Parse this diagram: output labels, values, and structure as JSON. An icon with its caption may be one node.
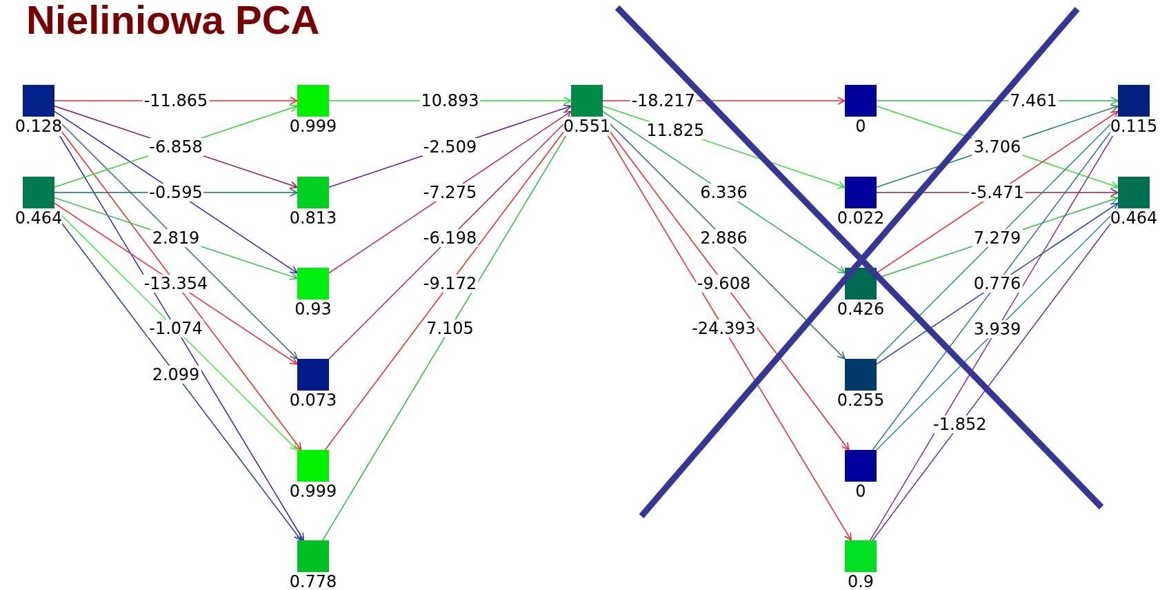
{
  "diagram": {
    "title": "Nieliniowa PCA",
    "nodes": [
      {
        "text": [
          "0.128"
        ]
      },
      {
        "text": [
          "0.464"
        ]
      },
      {
        "text": [
          "0.999"
        ]
      },
      {
        "text": [
          "0.813"
        ]
      },
      {
        "text": [
          "0.93"
        ]
      },
      {
        "text": [
          "0.073"
        ]
      },
      {
        "text": [
          "0.999"
        ]
      },
      {
        "text": [
          "0.778"
        ]
      },
      {
        "text": [
          "0.551"
        ]
      },
      {
        "text": [
          "0"
        ]
      },
      {
        "text": [
          "0.022"
        ]
      },
      {
        "text": [
          "0.426"
        ]
      },
      {
        "text": [
          "0.255"
        ]
      },
      {
        "text": [
          "0"
        ]
      },
      {
        "text": [
          "0.9"
        ]
      },
      {
        "text": [
          "0.115"
        ]
      },
      {
        "text": [
          "0.464"
        ]
      }
    ],
    "edges": [
      {
        "from": 0,
        "to": 2,
        "arrow": "to",
        "label": "-11.865",
        "color": "#ff2020"
      },
      {
        "from": 0,
        "to": 3,
        "arrow": "to",
        "label": "-6.858",
        "color": "#a01040"
      },
      {
        "from": 0,
        "to": 4,
        "arrow": "to",
        "label": "-0.595",
        "color": "#3020c0"
      },
      {
        "from": 0,
        "to": 5,
        "arrow": "to",
        "label": "2.819",
        "color": "#306090"
      },
      {
        "from": 0,
        "to": 6,
        "arrow": "to",
        "label": "-13.354",
        "color": "#ff2020"
      },
      {
        "from": 0,
        "to": 7,
        "arrow": "to",
        "label": "-1.074",
        "color": "#3020c0"
      },
      {
        "from": 1,
        "to": 2,
        "arrow": "to",
        "color": "#20e020"
      },
      {
        "from": 1,
        "to": 3,
        "arrow": "to",
        "color": "#107060"
      },
      {
        "from": 1,
        "to": 4,
        "arrow": "to",
        "color": "#20c040"
      },
      {
        "from": 1,
        "to": 5,
        "arrow": "to",
        "color": "#ff2020"
      },
      {
        "from": 1,
        "to": 6,
        "arrow": "to",
        "color": "#40f040"
      },
      {
        "from": 1,
        "to": 7,
        "arrow": "to",
        "label": "2.099",
        "color": "#204090"
      },
      {
        "from": 2,
        "to": 8,
        "arrow": "to",
        "label": "10.893",
        "color": "#20e020"
      },
      {
        "from": 3,
        "to": 8,
        "arrow": "to",
        "label": "-2.509",
        "color": "#602090"
      },
      {
        "from": 4,
        "to": 8,
        "arrow": "to",
        "label": "-7.275",
        "color": "#c02050"
      },
      {
        "from": 5,
        "to": 8,
        "arrow": "to",
        "label": "-6.198",
        "color": "#a03060"
      },
      {
        "from": 6,
        "to": 8,
        "arrow": "to",
        "label": "-9.172",
        "color": "#ff2020"
      },
      {
        "from": 7,
        "to": 8,
        "arrow": "to",
        "label": "7.105",
        "color": "#20c040"
      },
      {
        "from": 8,
        "to": 9,
        "arrow": "to",
        "label": "-18.217",
        "color": "#ff2020"
      },
      {
        "from": 8,
        "to": 10,
        "arrow": "to",
        "label": "11.825",
        "color": "#30e030"
      },
      {
        "from": 8,
        "to": 11,
        "arrow": "to",
        "label": "6.336",
        "color": "#20b050"
      },
      {
        "from": 8,
        "to": 12,
        "arrow": "to",
        "label": "2.886",
        "color": "#306090"
      },
      {
        "from": 8,
        "to": 13,
        "arrow": "to",
        "label": "-9.608",
        "color": "#ff2020"
      },
      {
        "from": 8,
        "to": 14,
        "arrow": "to",
        "label": "-24.393",
        "color": "#ff2020"
      },
      {
        "from": 9,
        "to": 15,
        "arrow": "to",
        "label": "7.461",
        "color": "#20c040"
      },
      {
        "from": 9,
        "to": 16,
        "arrow": "to",
        "label": "3.706",
        "color": "#30e030"
      },
      {
        "from": 10,
        "to": 15,
        "arrow": "to",
        "color": "#208060"
      },
      {
        "from": 10,
        "to": 16,
        "arrow": "to",
        "label": "-5.471",
        "color": "#902050"
      },
      {
        "from": 11,
        "to": 15,
        "arrow": "to",
        "color": "#ff2020"
      },
      {
        "from": 11,
        "to": 16,
        "arrow": "to",
        "label": "7.279",
        "color": "#20c040"
      },
      {
        "from": 12,
        "to": 15,
        "arrow": "to",
        "color": "#209070"
      },
      {
        "from": 12,
        "to": 16,
        "arrow": "to",
        "label": "0.776",
        "color": "#2040c0"
      },
      {
        "from": 13,
        "to": 15,
        "arrow": "to",
        "color": "#3070a0"
      },
      {
        "from": 13,
        "to": 16,
        "arrow": "to",
        "label": "3.939",
        "color": "#209080"
      },
      {
        "from": 14,
        "to": 15,
        "arrow": "to",
        "color": "#803090"
      },
      {
        "from": 14,
        "to": 16,
        "arrow": "to",
        "label": "-1.852",
        "color": "#6030b0"
      }
    ]
  }
}
